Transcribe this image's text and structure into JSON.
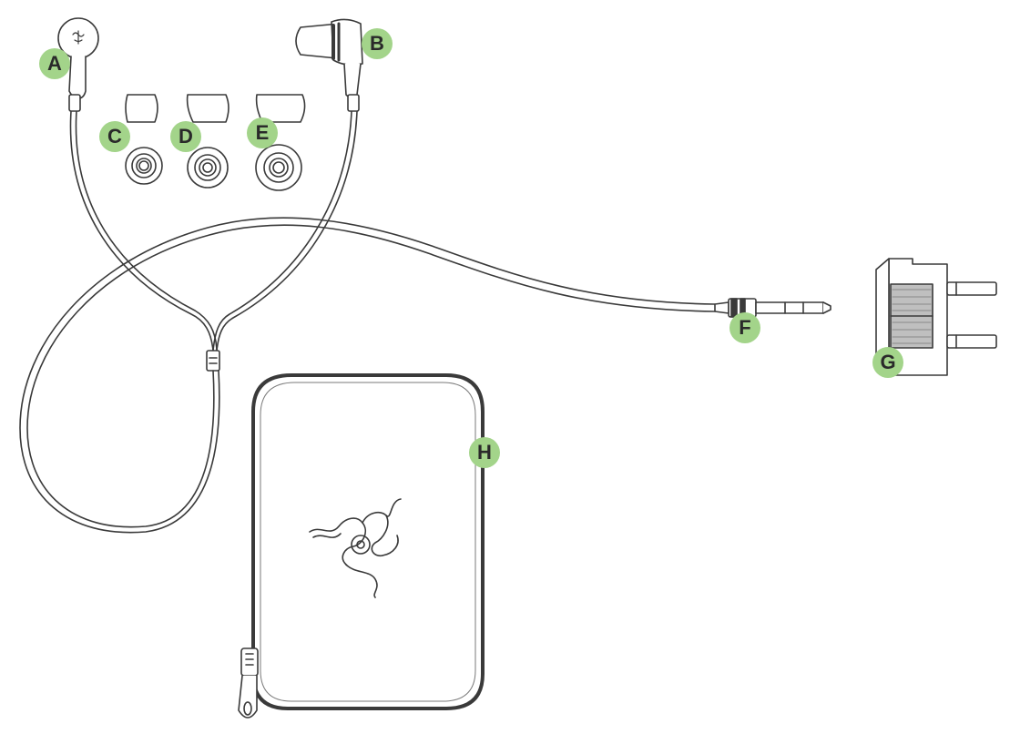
{
  "colors": {
    "callout": "#a3d48a",
    "line": "#3a3a3a"
  },
  "callouts": {
    "a": "A",
    "b": "B",
    "c": "C",
    "d": "D",
    "e": "E",
    "f": "F",
    "g": "G",
    "h": "H"
  },
  "icons": {
    "logo": "razer-triple-snake-logo"
  }
}
